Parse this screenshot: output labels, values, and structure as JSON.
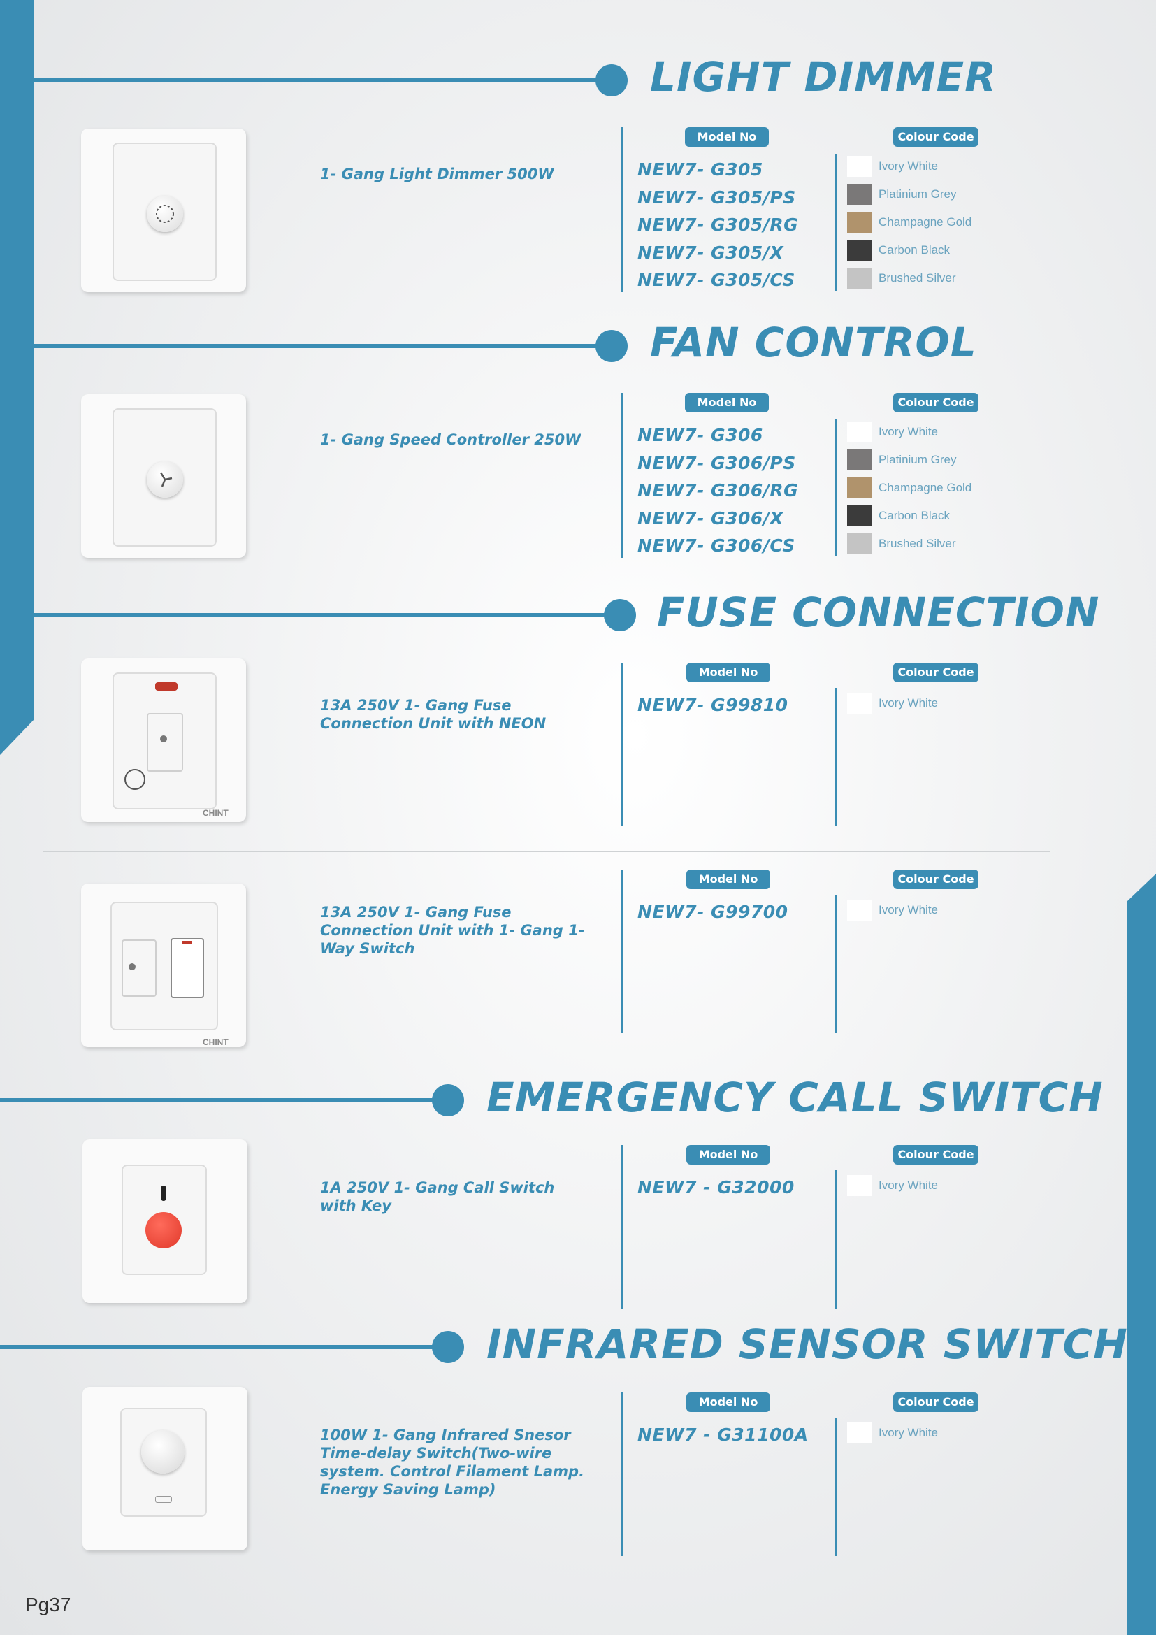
{
  "colors": {
    "accent": "#3a8db4",
    "text_light": "#6aa3bf"
  },
  "labels": {
    "model_no": "Model No",
    "colour_code": "Colour Code"
  },
  "sections": [
    {
      "title": "LIGHT DIMMER",
      "products": [
        {
          "description": "1- Gang Light Dimmer 500W",
          "image": "dimmer-switch-icon",
          "models": [
            "NEW7- G305",
            "NEW7- G305/PS",
            "NEW7- G305/RG",
            "NEW7- G305/X",
            "NEW7- G305/CS"
          ],
          "colours": [
            {
              "name": "Ivory White",
              "hex": "#ffffff"
            },
            {
              "name": "Platinium Grey",
              "hex": "#7a7878"
            },
            {
              "name": "Champagne Gold",
              "hex": "#b0936c"
            },
            {
              "name": "Carbon Black",
              "hex": "#3b3b3b"
            },
            {
              "name": "Brushed Silver",
              "hex": "#c4c4c4"
            }
          ]
        }
      ]
    },
    {
      "title": "FAN CONTROL",
      "products": [
        {
          "description": "1- Gang Speed Controller 250W",
          "image": "fan-controller-icon",
          "models": [
            "NEW7- G306",
            "NEW7- G306/PS",
            "NEW7- G306/RG",
            "NEW7- G306/X",
            "NEW7- G306/CS"
          ],
          "colours": [
            {
              "name": "Ivory White",
              "hex": "#ffffff"
            },
            {
              "name": "Platinium Grey",
              "hex": "#7a7878"
            },
            {
              "name": "Champagne Gold",
              "hex": "#b0936c"
            },
            {
              "name": "Carbon Black",
              "hex": "#3b3b3b"
            },
            {
              "name": "Brushed Silver",
              "hex": "#c4c4c4"
            }
          ]
        }
      ]
    },
    {
      "title": "FUSE CONNECTION",
      "products": [
        {
          "description": "13A 250V 1- Gang Fuse Connection Unit with NEON",
          "image": "fuse-unit-neon-icon",
          "brand": "CHINT",
          "models": [
            "NEW7- G99810"
          ],
          "colours": [
            {
              "name": "Ivory White",
              "hex": "#ffffff"
            }
          ]
        },
        {
          "description": "13A 250V 1- Gang Fuse Connection Unit with 1- Gang 1- Way Switch",
          "image": "fuse-unit-switch-icon",
          "brand": "CHINT",
          "models": [
            "NEW7- G99700"
          ],
          "colours": [
            {
              "name": "Ivory White",
              "hex": "#ffffff"
            }
          ]
        }
      ]
    },
    {
      "title": "EMERGENCY CALL SWITCH",
      "products": [
        {
          "description": "1A 250V 1- Gang Call Switch with Key",
          "image": "emergency-call-switch-icon",
          "models": [
            "NEW7 - G32000"
          ],
          "colours": [
            {
              "name": "Ivory White",
              "hex": "#ffffff"
            }
          ]
        }
      ]
    },
    {
      "title": "INFRARED SENSOR SWITCH",
      "products": [
        {
          "description": "100W 1- Gang Infrared Snesor Time-delay Switch(Two-wire system. Control Filament Lamp. Energy Saving Lamp)",
          "image": "infrared-sensor-icon",
          "models": [
            "NEW7 - G31100A"
          ],
          "colours": [
            {
              "name": "Ivory White",
              "hex": "#ffffff"
            }
          ]
        }
      ]
    }
  ],
  "page_number": "Pg37"
}
